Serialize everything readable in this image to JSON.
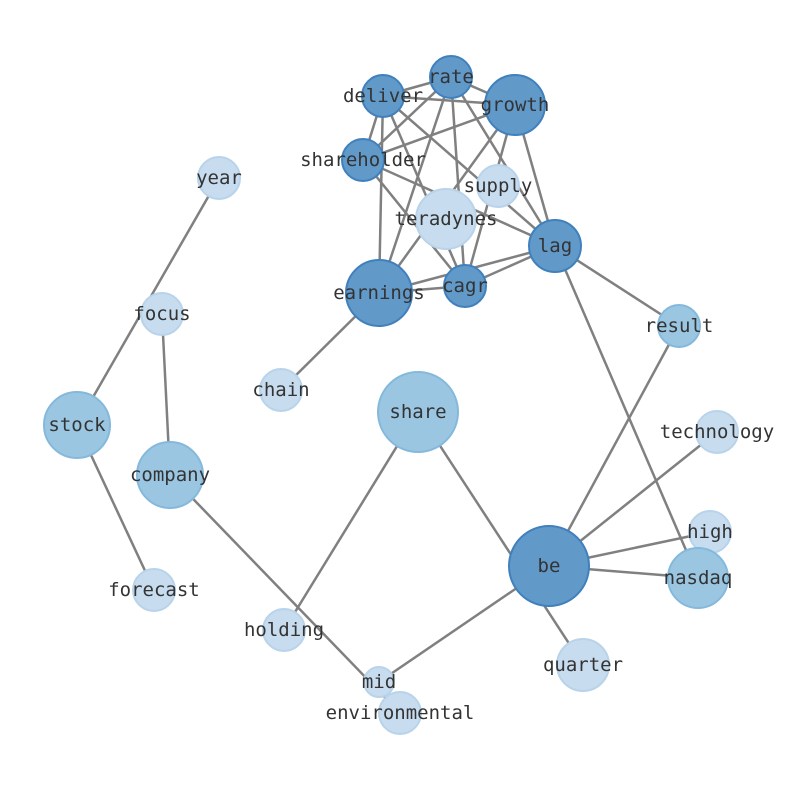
{
  "colors": {
    "dark": "#6199c9",
    "dark_stroke": "#3f80bd",
    "mid": "#9ac6e2",
    "mid_stroke": "#84b9dc",
    "light": "#c7dcee",
    "light_stroke": "#b8d3ea",
    "edge": "#808080"
  },
  "nodes": [
    {
      "id": "rate",
      "label": "rate",
      "group": "dark"
    },
    {
      "id": "deliver",
      "label": "deliver",
      "group": "dark"
    },
    {
      "id": "growth",
      "label": "growth",
      "group": "dark"
    },
    {
      "id": "shareholder",
      "label": "shareholder",
      "group": "dark"
    },
    {
      "id": "supply",
      "label": "supply",
      "group": "light"
    },
    {
      "id": "teradynes",
      "label": "teradynes",
      "group": "light"
    },
    {
      "id": "lag",
      "label": "lag",
      "group": "dark"
    },
    {
      "id": "cagr",
      "label": "cagr",
      "group": "dark"
    },
    {
      "id": "earnings",
      "label": "earnings",
      "group": "dark"
    },
    {
      "id": "year",
      "label": "year",
      "group": "light"
    },
    {
      "id": "focus",
      "label": "focus",
      "group": "light"
    },
    {
      "id": "result",
      "label": "result",
      "group": "mid"
    },
    {
      "id": "chain",
      "label": "chain",
      "group": "light"
    },
    {
      "id": "share",
      "label": "share",
      "group": "mid"
    },
    {
      "id": "stock",
      "label": "stock",
      "group": "mid"
    },
    {
      "id": "company",
      "label": "company",
      "group": "mid"
    },
    {
      "id": "technology",
      "label": "technology",
      "group": "light"
    },
    {
      "id": "high",
      "label": "high",
      "group": "light"
    },
    {
      "id": "be",
      "label": "be",
      "group": "dark"
    },
    {
      "id": "nasdaq",
      "label": "nasdaq",
      "group": "mid"
    },
    {
      "id": "forecast",
      "label": "forecast",
      "group": "light"
    },
    {
      "id": "holding",
      "label": "holding",
      "group": "light"
    },
    {
      "id": "quarter",
      "label": "quarter",
      "group": "light"
    },
    {
      "id": "mid",
      "label": "mid",
      "group": "light"
    },
    {
      "id": "environmental",
      "label": "environmental",
      "group": "light"
    }
  ],
  "edges": [
    [
      "deliver",
      "rate"
    ],
    [
      "deliver",
      "growth"
    ],
    [
      "deliver",
      "shareholder"
    ],
    [
      "deliver",
      "earnings"
    ],
    [
      "deliver",
      "cagr"
    ],
    [
      "deliver",
      "lag"
    ],
    [
      "rate",
      "growth"
    ],
    [
      "rate",
      "shareholder"
    ],
    [
      "rate",
      "earnings"
    ],
    [
      "rate",
      "cagr"
    ],
    [
      "rate",
      "lag"
    ],
    [
      "growth",
      "shareholder"
    ],
    [
      "growth",
      "earnings"
    ],
    [
      "growth",
      "cagr"
    ],
    [
      "growth",
      "lag"
    ],
    [
      "shareholder",
      "cagr"
    ],
    [
      "shareholder",
      "lag"
    ],
    [
      "earnings",
      "cagr"
    ],
    [
      "earnings",
      "lag"
    ],
    [
      "cagr",
      "lag"
    ],
    [
      "lag",
      "result"
    ],
    [
      "lag",
      "nasdaq"
    ],
    [
      "earnings",
      "chain"
    ],
    [
      "year",
      "stock"
    ],
    [
      "stock",
      "forecast"
    ],
    [
      "focus",
      "company"
    ],
    [
      "company",
      "environmental"
    ],
    [
      "share",
      "holding"
    ],
    [
      "share",
      "quarter"
    ],
    [
      "be",
      "mid"
    ],
    [
      "be",
      "result"
    ],
    [
      "be",
      "technology"
    ],
    [
      "be",
      "high"
    ],
    [
      "be",
      "nasdaq"
    ]
  ]
}
